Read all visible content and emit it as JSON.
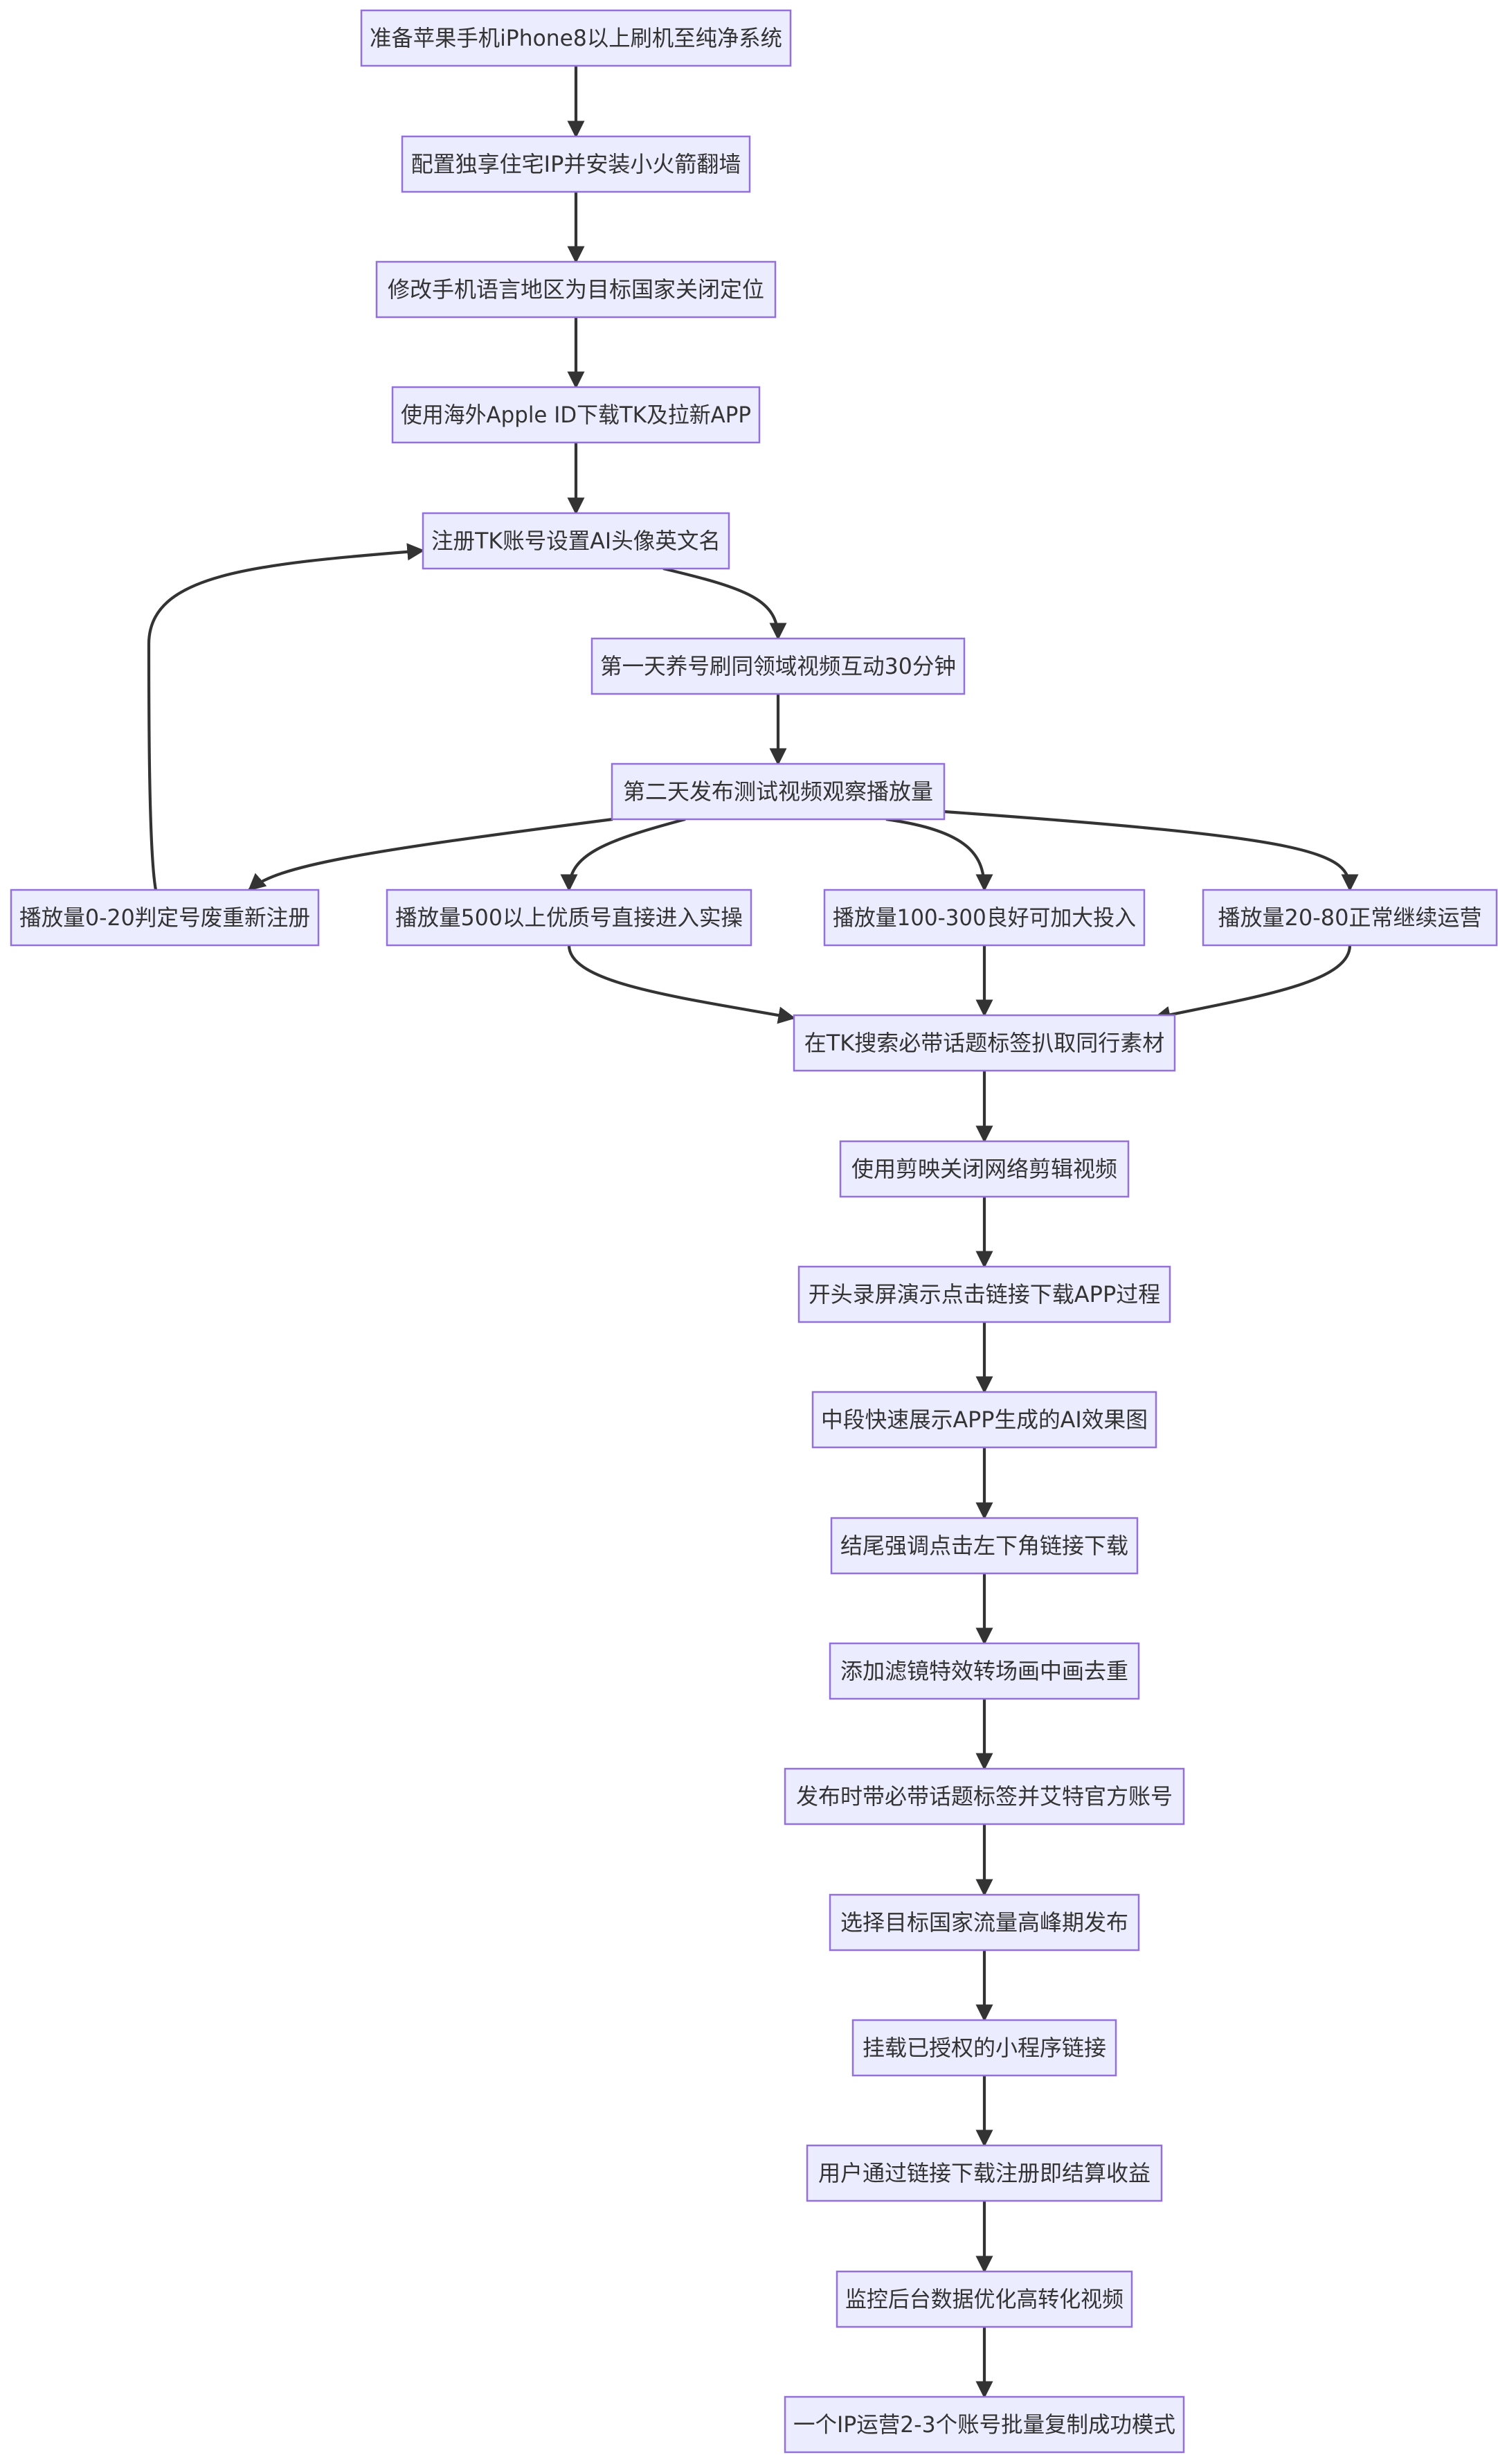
{
  "diagram": {
    "type": "flowchart",
    "nodes": [
      {
        "id": "n1",
        "label": "准备苹果手机iPhone8以上刷机至纯净系统"
      },
      {
        "id": "n2",
        "label": "配置独享住宅IP并安装小火箭翻墙"
      },
      {
        "id": "n3",
        "label": "修改手机语言地区为目标国家关闭定位"
      },
      {
        "id": "n4",
        "label": "使用海外Apple ID下载TK及拉新APP"
      },
      {
        "id": "n5",
        "label": "注册TK账号设置AI头像英文名"
      },
      {
        "id": "n6",
        "label": "第一天养号刷同领域视频互动30分钟"
      },
      {
        "id": "n7",
        "label": "第二天发布测试视频观察播放量"
      },
      {
        "id": "n8",
        "label": "播放量0-20判定号废重新注册"
      },
      {
        "id": "n9",
        "label": "播放量500以上优质号直接进入实操"
      },
      {
        "id": "n10",
        "label": "播放量100-300良好可加大投入"
      },
      {
        "id": "n11",
        "label": "播放量20-80正常继续运营"
      },
      {
        "id": "n12",
        "label": "在TK搜索必带话题标签扒取同行素材"
      },
      {
        "id": "n13",
        "label": "使用剪映关闭网络剪辑视频"
      },
      {
        "id": "n14",
        "label": "开头录屏演示点击链接下载APP过程"
      },
      {
        "id": "n15",
        "label": "中段快速展示APP生成的AI效果图"
      },
      {
        "id": "n16",
        "label": "结尾强调点击左下角链接下载"
      },
      {
        "id": "n17",
        "label": "添加滤镜特效转场画中画去重"
      },
      {
        "id": "n18",
        "label": "发布时带必带话题标签并艾特官方账号"
      },
      {
        "id": "n19",
        "label": "选择目标国家流量高峰期发布"
      },
      {
        "id": "n20",
        "label": "挂载已授权的小程序链接"
      },
      {
        "id": "n21",
        "label": "用户通过链接下载注册即结算收益"
      },
      {
        "id": "n22",
        "label": "监控后台数据优化高转化视频"
      },
      {
        "id": "n23",
        "label": "一个IP运营2-3个账号批量复制成功模式"
      }
    ],
    "edges": [
      {
        "from": "n1",
        "to": "n2"
      },
      {
        "from": "n2",
        "to": "n3"
      },
      {
        "from": "n3",
        "to": "n4"
      },
      {
        "from": "n4",
        "to": "n5"
      },
      {
        "from": "n5",
        "to": "n6"
      },
      {
        "from": "n6",
        "to": "n7"
      },
      {
        "from": "n7",
        "to": "n8"
      },
      {
        "from": "n7",
        "to": "n9"
      },
      {
        "from": "n7",
        "to": "n10"
      },
      {
        "from": "n7",
        "to": "n11"
      },
      {
        "from": "n8",
        "to": "n5"
      },
      {
        "from": "n9",
        "to": "n12"
      },
      {
        "from": "n10",
        "to": "n12"
      },
      {
        "from": "n11",
        "to": "n12"
      },
      {
        "from": "n12",
        "to": "n13"
      },
      {
        "from": "n13",
        "to": "n14"
      },
      {
        "from": "n14",
        "to": "n15"
      },
      {
        "from": "n15",
        "to": "n16"
      },
      {
        "from": "n16",
        "to": "n17"
      },
      {
        "from": "n17",
        "to": "n18"
      },
      {
        "from": "n18",
        "to": "n19"
      },
      {
        "from": "n19",
        "to": "n20"
      },
      {
        "from": "n20",
        "to": "n21"
      },
      {
        "from": "n21",
        "to": "n22"
      },
      {
        "from": "n22",
        "to": "n23"
      }
    ],
    "colors": {
      "node_fill": "#ECECFF",
      "node_border": "#9370DB",
      "edge": "#333333",
      "text": "#333333"
    }
  }
}
